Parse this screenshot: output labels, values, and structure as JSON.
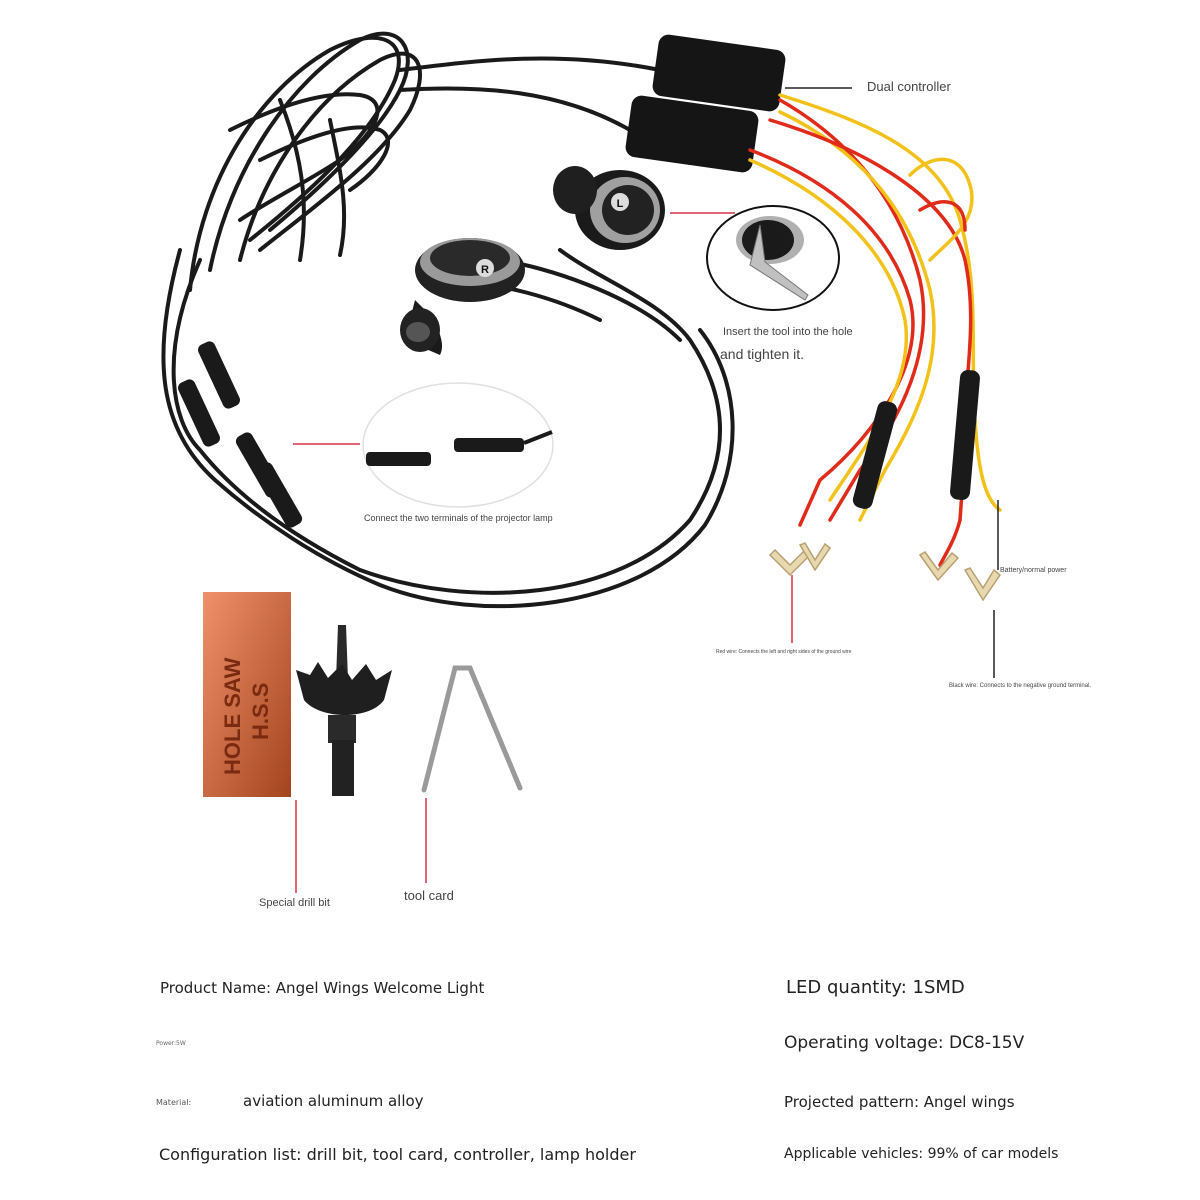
{
  "labels": {
    "dual_controller": "Dual controller",
    "insert_tool_line1": "Insert the tool into the hole",
    "insert_tool_line2": "and tighten it.",
    "connect_terminals": "Connect the two terminals of the projector lamp",
    "battery_power": "Battery/normal power",
    "red_wire": "Red wire: Connects the left and right sides of the ground wire",
    "black_wire": "Black wire: Connects to the negative ground terminal.",
    "special_drill_bit": "Special drill bit",
    "tool_card": "tool card",
    "box_text_1": "HOLE SAW",
    "box_text_2": "H.S.S",
    "lamp_left_mark": "R",
    "lamp_right_mark": "L"
  },
  "specs": {
    "product_name": "Product Name: Angel Wings Welcome Light",
    "power_label": "Power:5W",
    "material_label": "Material:",
    "material_value": "aviation aluminum alloy",
    "configuration": "Configuration list: drill bit, tool card, controller, lamp holder",
    "led_quantity": "LED quantity: 1SMD",
    "operating_voltage": "Operating voltage: DC8-15V",
    "projected_pattern": "Projected pattern: Angel wings",
    "applicable_vehicles": "Applicable vehicles: 99% of car models"
  },
  "colors": {
    "box_orange": "#e8612a",
    "leader_red": "#d9324a",
    "wire_red": "#e02a1a",
    "wire_yellow": "#f2c21a",
    "cable_black": "#1a1a1a"
  }
}
